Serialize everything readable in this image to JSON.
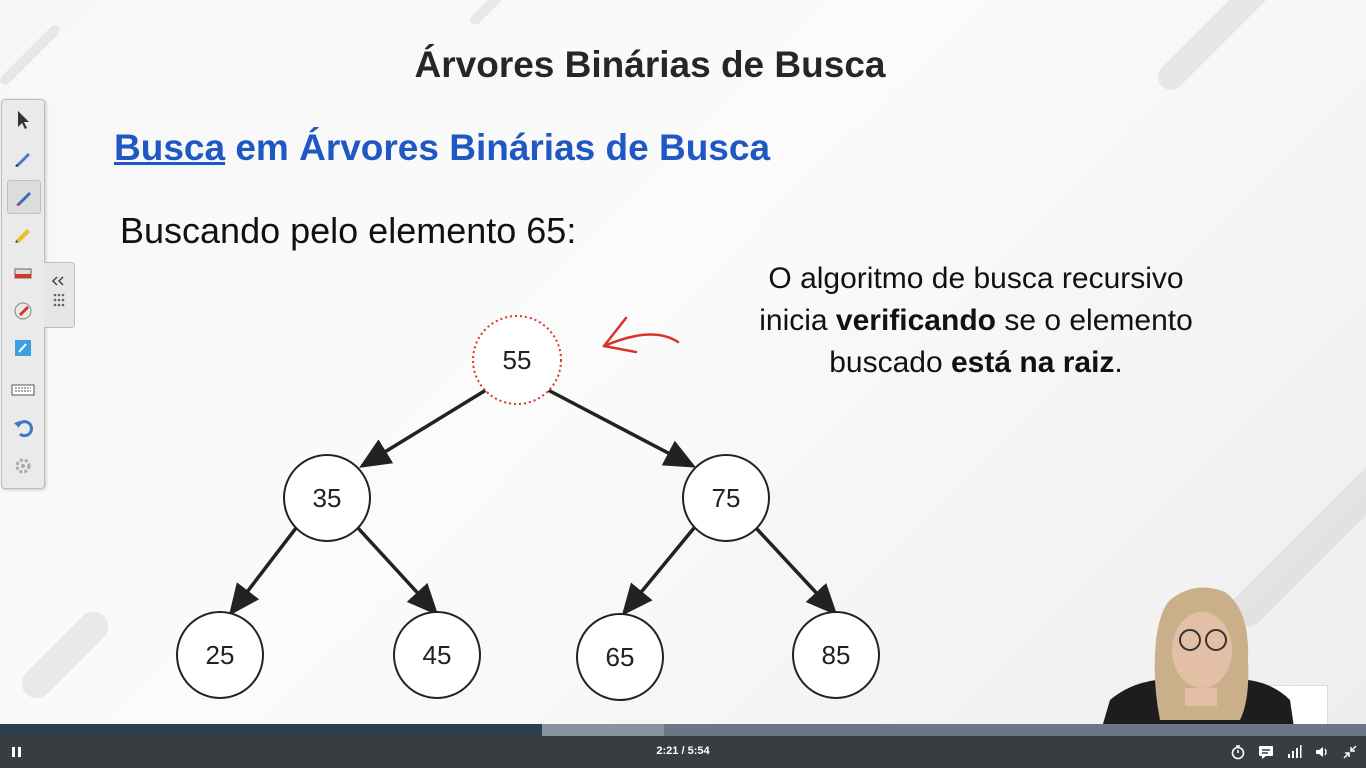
{
  "slide": {
    "title": "Árvores Binárias de Busca",
    "subtitle_link": "Busca",
    "subtitle_rest": " em Árvores Binárias de Busca",
    "search_line": "Buscando pelo elemento 65:",
    "desc_line1": "O algoritmo de busca recursivo",
    "desc_l2_a": "inicia ",
    "desc_l2_b": "verificando",
    "desc_l2_c": " se o elemento",
    "desc_l3_a": "buscado ",
    "desc_l3_b": "está na raiz",
    "desc_l3_c": ".",
    "tree_nodes": {
      "root": "55",
      "l": "35",
      "r": "75",
      "ll": "25",
      "lr": "45",
      "rl": "65",
      "rr": "85"
    },
    "accent_color": "#1f57c3",
    "highlight_color": "#d9342b"
  },
  "toolbar": {
    "icons": [
      "arrow-cursor-icon",
      "pen-icon",
      "pen-active-icon",
      "highlighter-icon",
      "eraser-icon",
      "eraser-area-icon",
      "whiteboard-icon",
      "keyboard-icon",
      "undo-icon",
      "settings-icon"
    ]
  },
  "player": {
    "time": "2:21 / 5:54",
    "progress_fraction": 0.397,
    "buffered_fraction": 0.486
  }
}
